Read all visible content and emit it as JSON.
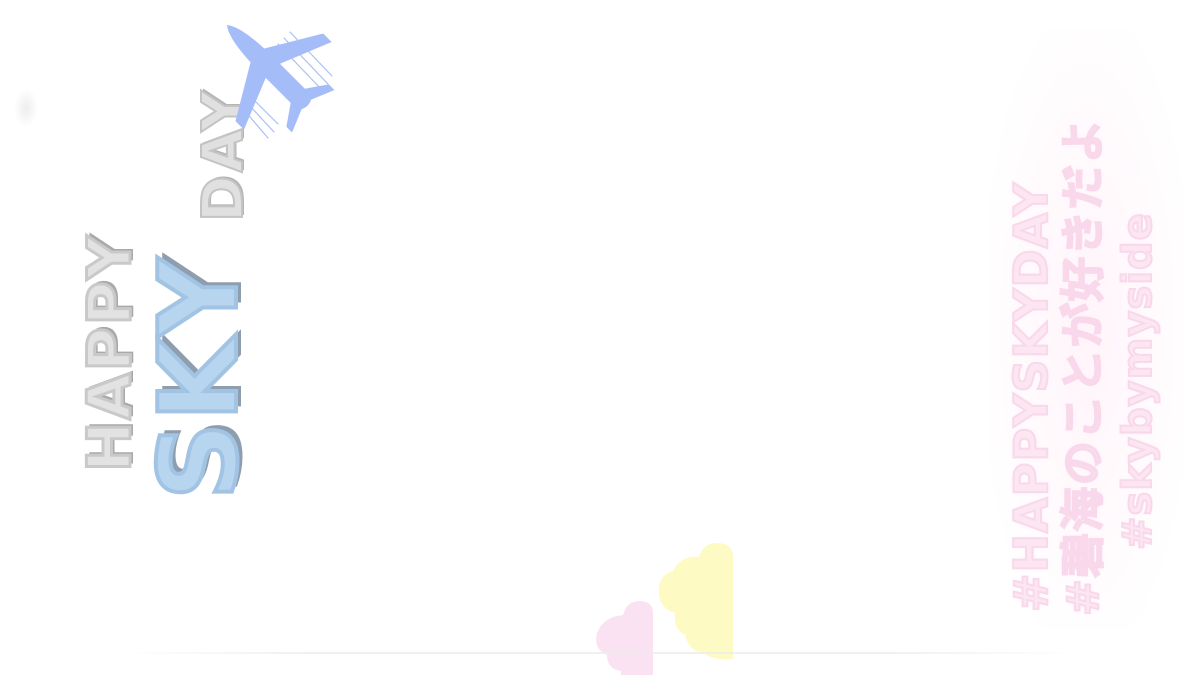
{
  "title": {
    "happy": "HAPPY",
    "sky": "SKY",
    "day": "DAY"
  },
  "hashtags": [
    "#HAPPYSKYDAY",
    "#碧海のことが好きだよ",
    "#skybymyside"
  ],
  "colors": {
    "sky_blue": "#b7d5ef",
    "airplane": "#a4bcf7",
    "gray_text": "#e2e2e2",
    "hashtag_pink": "#fce6f2",
    "cloud_yellow": "#fdfbc3",
    "cloud_pink": "#fbe2f2"
  },
  "icons": {
    "airplane": "airplane-icon",
    "clouds": "cloud-icon"
  }
}
